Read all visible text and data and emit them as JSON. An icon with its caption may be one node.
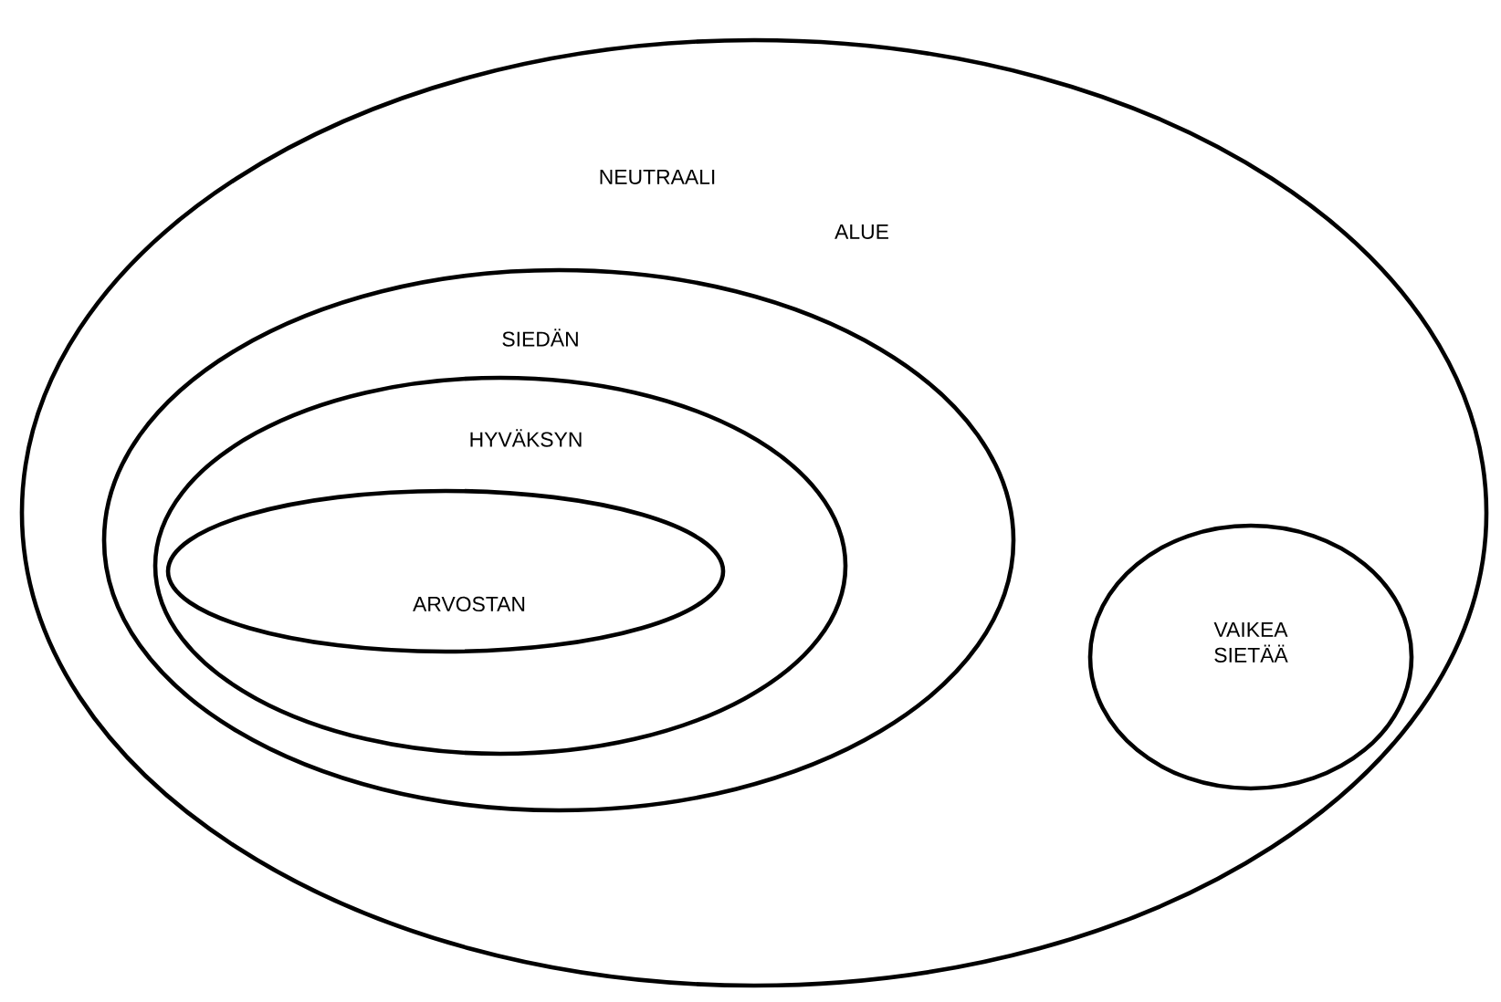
{
  "diagram": {
    "nodes": [
      {
        "text": [
          "NEUTRAALI",
          "ALUE"
        ]
      },
      {
        "text": [
          "SIEDÄN"
        ],
        "in": 0
      },
      {
        "text": [
          "HYVÄKSYN"
        ],
        "in": 1
      },
      {
        "text": [
          "ARVOSTAN"
        ],
        "in": 2
      },
      {
        "text": [
          "VAIKEA SIETÄÄ"
        ],
        "in": 0
      }
    ]
  }
}
